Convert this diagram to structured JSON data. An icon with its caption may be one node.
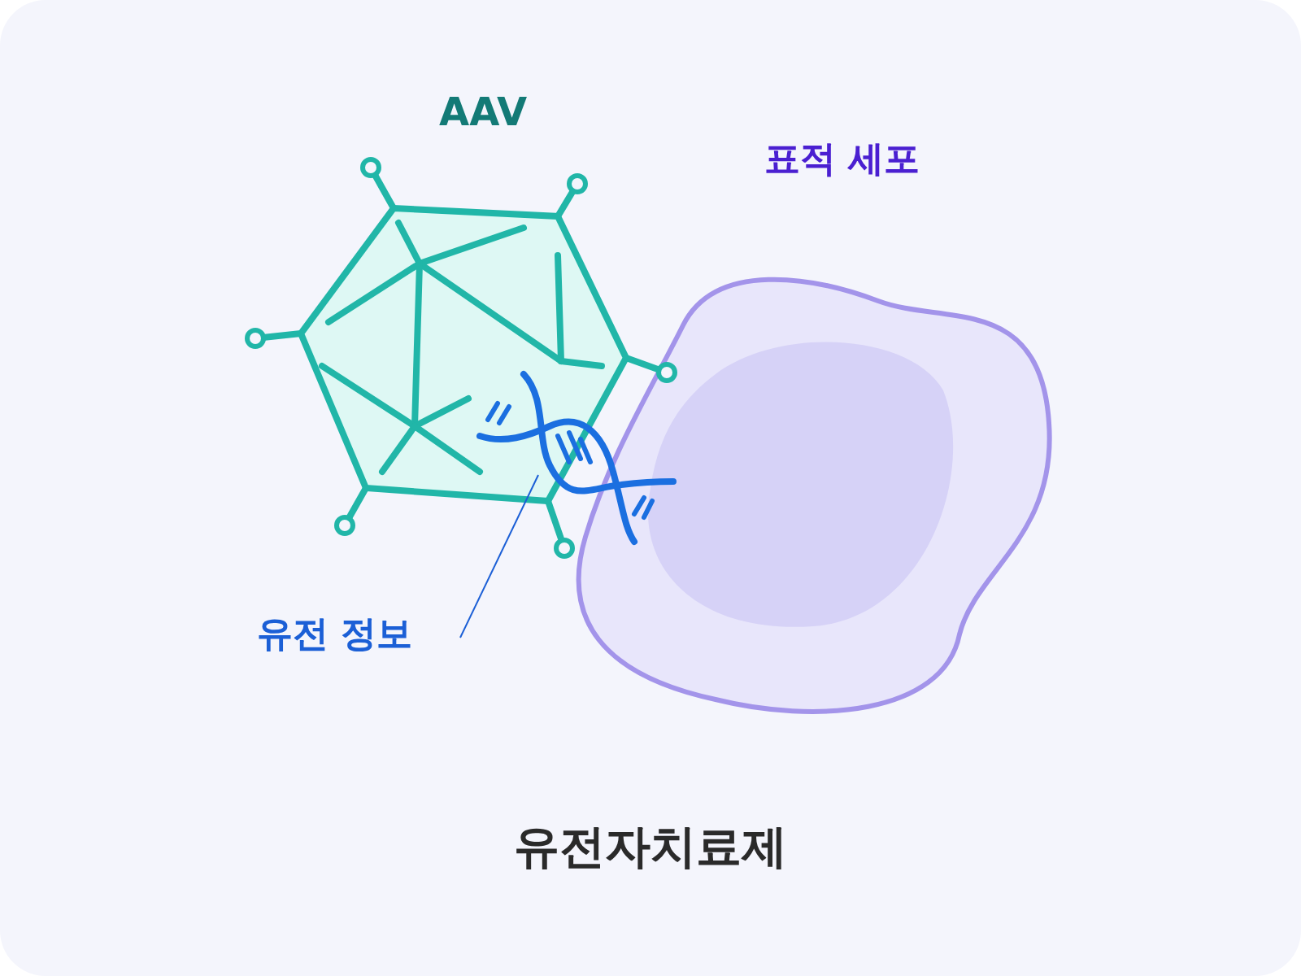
{
  "diagram": {
    "caption": "유전자치료제",
    "nodes": [
      {
        "text": [
          "AAV"
        ]
      },
      {
        "text": [
          "표적 세포"
        ]
      },
      {
        "text": [],
        "shape": "picture"
      },
      {
        "text": [
          "유전 정보"
        ]
      }
    ],
    "edges": [
      {
        "from": 3,
        "to": 2,
        "arrow": "none"
      }
    ]
  }
}
